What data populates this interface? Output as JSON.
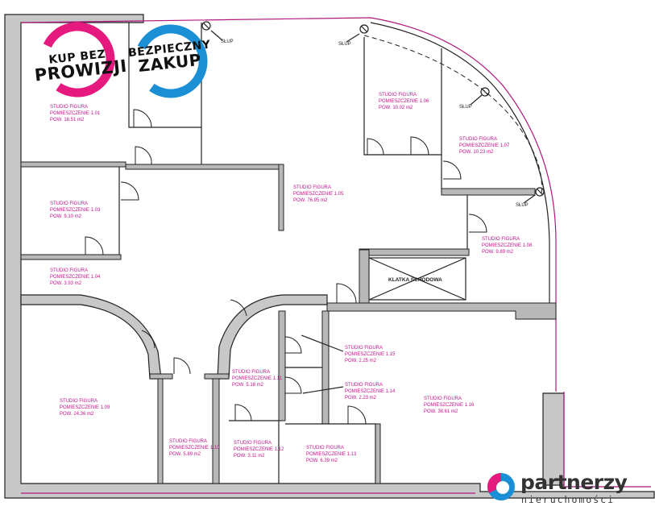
{
  "badges": {
    "prowizja": {
      "line1": "KUP BEZ",
      "line2": "PROWIZJI",
      "ring_color": "#e6197e"
    },
    "zakup": {
      "line1": "BEZPIECZNY",
      "line2": "ZAKUP",
      "ring_color": "#1a8fd6"
    }
  },
  "colors": {
    "room_labels": "#c4148a",
    "outer_contour": "#b0187e",
    "walls": "#c8c8c8"
  },
  "column_label": "SŁUP",
  "stair_label": "KLATKA SCHODOWA",
  "rooms": [
    {
      "name": "STUDIO FIGURA",
      "room": "POMIESZCZENIE 1.01",
      "area": "POW. 18.51 m2"
    },
    {
      "name": "STUDIO FIGURA",
      "room": "POMIESZCZENIE 1.03",
      "area": "POW. 9.10 m2"
    },
    {
      "name": "STUDIO FIGURA",
      "room": "POMIESZCZENIE 1.04",
      "area": "POW. 3.93 m2"
    },
    {
      "name": "STUDIO FIGURA",
      "room": "POMIESZCZENIE 1.05",
      "area": "POW. 76.95 m2"
    },
    {
      "name": "STUDIO FIGURA",
      "room": "POMIESZCZENIE 1.06",
      "area": "POW. 10.02 m2"
    },
    {
      "name": "STUDIO FIGURA",
      "room": "POMIESZCZENIE 1.07",
      "area": "POW. 10.23 m2"
    },
    {
      "name": "STUDIO FIGURA",
      "room": "POMIESZCZENIE 1.08",
      "area": "POW. 9.89 m2"
    },
    {
      "name": "STUDIO FIGURA",
      "room": "POMIESZCZENIE 1.09",
      "area": "POW. 24.36 m2"
    },
    {
      "name": "STUDIO FIGURA",
      "room": "POMIESZCZENIE 1.10",
      "area": "POW. 5.89 m2"
    },
    {
      "name": "STUDIO FIGURA",
      "room": "POMIESZCZENIE 1.11",
      "area": "POW. 5.18 m2"
    },
    {
      "name": "STUDIO FIGURA",
      "room": "POMIESZCZENIE 1.12",
      "area": "POW. 3.11 m2"
    },
    {
      "name": "STUDIO FIGURA",
      "room": "POMIESZCZENIE 1.13",
      "area": "POW. 6.39 m2"
    },
    {
      "name": "STUDIO FIGURA",
      "room": "POMIESZCZENIE 1.14",
      "area": "POW. 2.23 m2"
    },
    {
      "name": "STUDIO FIGURA",
      "room": "POMIESZCZENIE 1.15",
      "area": "POW. 2.25 m2"
    },
    {
      "name": "STUDIO FIGURA",
      "room": "POMIESZCZENIE 1.16",
      "area": "POW. 38.61 m2"
    }
  ],
  "logo": {
    "word1": "partnerzy",
    "word2": "nieruchomości",
    "brand_color": "#1a8fd6",
    "accent_color": "#e6197e"
  }
}
